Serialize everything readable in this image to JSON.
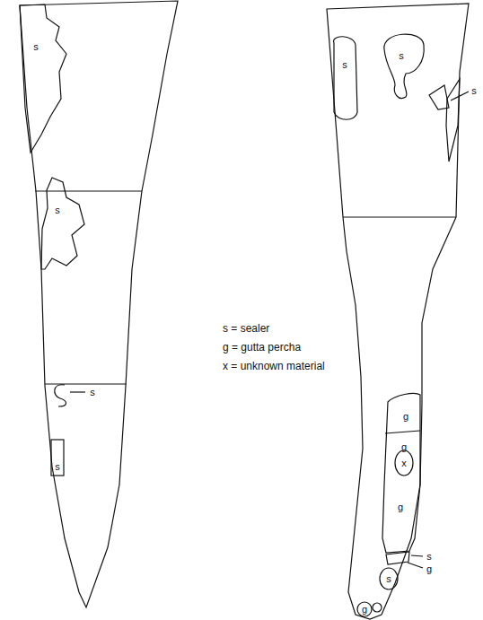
{
  "diagram": {
    "labels": [
      "s",
      "s",
      "s",
      "s",
      "s",
      "s",
      "s",
      "g",
      "g",
      "x",
      "g",
      "s",
      "g",
      "s",
      "g"
    ],
    "legend": [
      {
        "text": "s = sealer"
      },
      {
        "text": "g = gutta percha"
      },
      {
        "text": "x = unknown material"
      }
    ]
  }
}
